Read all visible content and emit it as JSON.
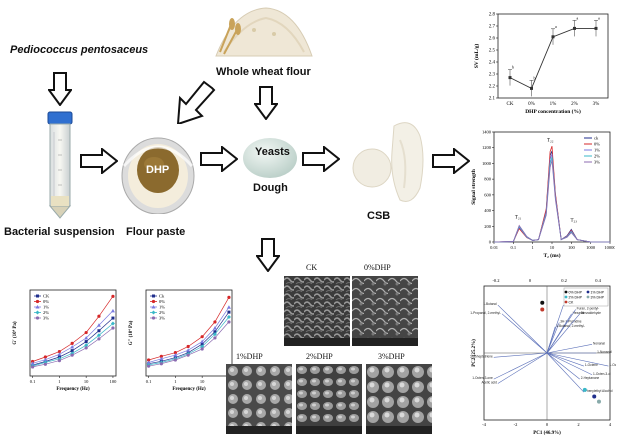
{
  "labels": {
    "bacterium": "Pediococcus pentosaceus",
    "suspension": "Bacterial suspension",
    "flour_paste": "Flour paste",
    "dhp": "DHP",
    "whole_wheat": "Whole wheat flour",
    "yeasts": "Yeasts",
    "dough": "Dough",
    "csb": "CSB"
  },
  "colors": {
    "ck": "#1f2e8c",
    "p0": "#d62728",
    "p1": "#7a7ae0",
    "p2": "#3ab8c8",
    "p3": "#8c6bb1",
    "arrow_fill": "#ffffff",
    "arrow_stroke": "#111111"
  },
  "sem": {
    "labels": [
      "CK",
      "0%DHP",
      "1%DHP",
      "2%DHP",
      "3%DHP"
    ]
  },
  "chart_data": [
    {
      "type": "line",
      "xlabel": "DHP concentration (%)",
      "ylabel": "SV (mL/g)",
      "categories": [
        "CK",
        "0%",
        "1%",
        "2%",
        "3%"
      ],
      "values": [
        2.27,
        2.18,
        2.61,
        2.68,
        2.68
      ],
      "ylim": [
        2.1,
        2.8
      ],
      "yticks": [
        "2.1",
        "2.2",
        "2.3",
        "2.4",
        "2.5",
        "2.6",
        "2.7",
        "2.8"
      ],
      "letters": [
        "b",
        "b",
        "a",
        "a",
        "a"
      ]
    },
    {
      "type": "line",
      "xlabel": "T₂ (ms)",
      "ylabel": "Signal strength",
      "xscale": "log",
      "ylim": [
        0,
        1400
      ],
      "yticks": [
        "0",
        "200",
        "400",
        "600",
        "800",
        "1000",
        "1200",
        "1400"
      ],
      "xticks": [
        "0.01",
        "0.1",
        "1",
        "10",
        "100",
        "1000",
        "10000"
      ],
      "legend": [
        "ck",
        "0%",
        "1%",
        "2%",
        "3%"
      ],
      "peaks": [
        "T₂₁",
        "T₂₂",
        "T₂₃"
      ],
      "series": [
        {
          "name": "ck",
          "x": [
            0.01,
            0.1,
            0.2,
            0.5,
            1,
            2,
            5,
            8,
            10,
            15,
            30,
            60,
            100,
            200,
            1000,
            10000
          ],
          "values": [
            0,
            5,
            180,
            60,
            20,
            30,
            400,
            1100,
            1160,
            600,
            30,
            80,
            160,
            30,
            0,
            0
          ]
        },
        {
          "name": "0%",
          "x": [
            0.01,
            0.1,
            0.2,
            0.5,
            1,
            2,
            5,
            8,
            10,
            15,
            30,
            60,
            100,
            200,
            1000,
            10000
          ],
          "values": [
            0,
            5,
            170,
            55,
            20,
            30,
            420,
            1150,
            1220,
            620,
            30,
            75,
            150,
            30,
            0,
            0
          ]
        },
        {
          "name": "1%",
          "x": [
            0.01,
            0.1,
            0.2,
            0.5,
            1,
            2,
            5,
            8,
            10,
            15,
            30,
            60,
            100,
            200,
            1000,
            10000
          ],
          "values": [
            0,
            5,
            190,
            60,
            20,
            30,
            380,
            1050,
            1120,
            580,
            30,
            70,
            140,
            30,
            0,
            0
          ]
        },
        {
          "name": "2%",
          "x": [
            0.01,
            0.1,
            0.2,
            0.5,
            1,
            2,
            5,
            8,
            10,
            15,
            30,
            60,
            100,
            200,
            1000,
            10000
          ],
          "values": [
            0,
            5,
            200,
            65,
            20,
            30,
            360,
            1000,
            1080,
            560,
            30,
            65,
            130,
            30,
            0,
            0
          ]
        },
        {
          "name": "3%",
          "x": [
            0.01,
            0.1,
            0.2,
            0.5,
            1,
            2,
            5,
            8,
            10,
            15,
            30,
            60,
            100,
            200,
            1000,
            10000
          ],
          "values": [
            0,
            5,
            210,
            70,
            20,
            30,
            340,
            950,
            1040,
            540,
            30,
            60,
            120,
            30,
            0,
            0
          ]
        }
      ]
    },
    {
      "type": "line",
      "xlabel": "Frequency (Hz)",
      "ylabel": "G′ (10⁴ Pa)",
      "xscale": "log",
      "xticks": [
        "0.1",
        "1",
        "10",
        "100"
      ],
      "legend": [
        "CK",
        "0%",
        "1%",
        "2%",
        "3%"
      ],
      "series": [
        {
          "name": "CK",
          "x": [
            0.1,
            0.3,
            1,
            3,
            10,
            30,
            100
          ],
          "values": [
            1.2,
            1.6,
            2.1,
            2.8,
            3.8,
            5.0,
            6.4
          ]
        },
        {
          "name": "0%",
          "x": [
            0.1,
            0.3,
            1,
            3,
            10,
            30,
            100
          ],
          "values": [
            1.6,
            2.1,
            2.7,
            3.6,
            4.8,
            6.6,
            8.8
          ]
        },
        {
          "name": "1%",
          "x": [
            0.1,
            0.3,
            1,
            3,
            10,
            30,
            100
          ],
          "values": [
            1.4,
            1.8,
            2.4,
            3.2,
            4.2,
            5.6,
            7.2
          ]
        },
        {
          "name": "2%",
          "x": [
            0.1,
            0.3,
            1,
            3,
            10,
            30,
            100
          ],
          "values": [
            1.1,
            1.5,
            1.9,
            2.5,
            3.4,
            4.5,
            5.8
          ]
        },
        {
          "name": "3%",
          "x": [
            0.1,
            0.3,
            1,
            3,
            10,
            30,
            100
          ],
          "values": [
            1.0,
            1.3,
            1.7,
            2.3,
            3.1,
            4.1,
            5.3
          ]
        }
      ]
    },
    {
      "type": "line",
      "xlabel": "Frequency (Hz)",
      "ylabel": "G″ (10⁴ Pa)",
      "xscale": "log",
      "xticks": [
        "0.1",
        "1",
        "10",
        "100"
      ],
      "legend": [
        "Ck",
        "0%",
        "1%",
        "2%",
        "3%"
      ],
      "series": [
        {
          "name": "Ck",
          "x": [
            0.1,
            0.3,
            1,
            3,
            10,
            30,
            100
          ],
          "values": [
            0.5,
            0.6,
            0.75,
            0.95,
            1.3,
            1.8,
            2.6
          ]
        },
        {
          "name": "0%",
          "x": [
            0.1,
            0.3,
            1,
            3,
            10,
            30,
            100
          ],
          "values": [
            0.65,
            0.8,
            0.95,
            1.2,
            1.6,
            2.2,
            3.2
          ]
        },
        {
          "name": "1%",
          "x": [
            0.1,
            0.3,
            1,
            3,
            10,
            30,
            100
          ],
          "values": [
            0.55,
            0.7,
            0.85,
            1.05,
            1.4,
            1.95,
            2.8
          ]
        },
        {
          "name": "2%",
          "x": [
            0.1,
            0.3,
            1,
            3,
            10,
            30,
            100
          ],
          "values": [
            0.45,
            0.55,
            0.7,
            0.9,
            1.2,
            1.7,
            2.4
          ]
        },
        {
          "name": "3%",
          "x": [
            0.1,
            0.3,
            1,
            3,
            10,
            30,
            100
          ],
          "values": [
            0.4,
            0.5,
            0.65,
            0.85,
            1.1,
            1.55,
            2.2
          ]
        }
      ]
    },
    {
      "type": "scatter",
      "xlabel": "PC1 (46.9%)",
      "ylabel": "PC2 (25.2%)",
      "top_ticks": [
        "-0.2",
        "0",
        "0.2",
        "0.4"
      ],
      "bottom_ticks": [
        "-4",
        "-2",
        "0",
        "2",
        "4"
      ],
      "legend": [
        "0% DHP",
        "1% DHP",
        "2% DHP",
        "3% DHP",
        "CK"
      ],
      "points": [
        {
          "name": "0% DHP",
          "x": -0.3,
          "y": 3.0
        },
        {
          "name": "CK",
          "x": -0.3,
          "y": 2.6
        },
        {
          "name": "1% DHP",
          "x": 3.0,
          "y": -2.6
        },
        {
          "name": "2% DHP",
          "x": 2.4,
          "y": -2.2
        },
        {
          "name": "3% DHP",
          "x": 3.3,
          "y": -2.9
        }
      ],
      "vectors": [
        {
          "name": "3H-1-Pyrindine",
          "x": 0.15,
          "y": 0.35
        },
        {
          "name": "1-Butanol",
          "x": -0.6,
          "y": 0.55
        },
        {
          "name": "1-Propanol, 2-methyl-",
          "x": -0.55,
          "y": 0.45
        },
        {
          "name": "1-Butanol, 3-methyl-",
          "x": 0.2,
          "y": 0.55
        },
        {
          "name": "Hexanal",
          "x": 0.3,
          "y": 0.45
        },
        {
          "name": "Furan, 2-pentyl-",
          "x": 0.35,
          "y": 0.5
        },
        {
          "name": "Benzaldehyde",
          "x": 0.4,
          "y": 0.45
        },
        {
          "name": "1-Butanol, 2-methyl-",
          "x": 0.1,
          "y": 0.3
        },
        {
          "name": "Nonanal",
          "x": 0.55,
          "y": 0.1
        },
        {
          "name": "1-Nonanol",
          "x": 0.6,
          "y": 0.0
        },
        {
          "name": "2,3,5-Cycloheptatriene",
          "x": -0.65,
          "y": -0.05
        },
        {
          "name": "1-Octene",
          "x": 0.45,
          "y": -0.15
        },
        {
          "name": "1-Octanol",
          "x": 0.75,
          "y": -0.15
        },
        {
          "name": "1-Octen-3-ol",
          "x": 0.55,
          "y": -0.25
        },
        {
          "name": "2-Heptanone",
          "x": 0.4,
          "y": -0.3
        },
        {
          "name": "1-Octen-3-one",
          "x": -0.65,
          "y": -0.3
        },
        {
          "name": "Acetic acid",
          "x": -0.6,
          "y": -0.35
        },
        {
          "name": "Phenylethyl Alcohol",
          "x": 0.45,
          "y": -0.45
        }
      ]
    }
  ]
}
